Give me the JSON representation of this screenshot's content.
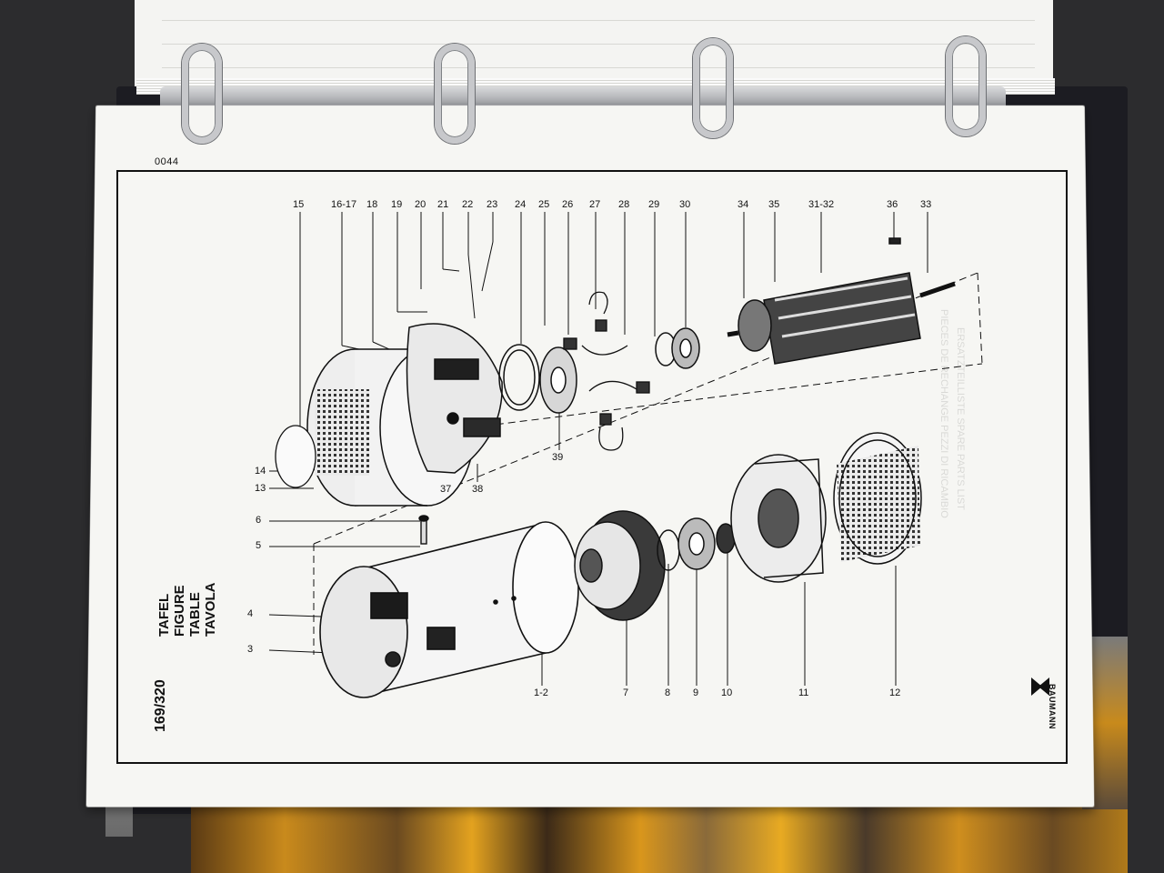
{
  "page": {
    "page_number": "0044",
    "table_labels": [
      "TAFEL",
      "FIGURE",
      "TABLE",
      "TAVOLA"
    ],
    "table_number": "169/320",
    "logo_text": "BAUMANN"
  },
  "callouts": {
    "top": [
      "15",
      "16-17",
      "18",
      "19",
      "20",
      "21",
      "22",
      "23",
      "24",
      "25",
      "26",
      "27",
      "28",
      "29",
      "30",
      "34",
      "35",
      "31-32",
      "36",
      "33"
    ],
    "mid": [
      "14",
      "13",
      "37",
      "38",
      "39"
    ],
    "left": [
      "6",
      "5",
      "4",
      "3"
    ],
    "bottom": [
      "1-2",
      "7",
      "8",
      "9",
      "10",
      "11",
      "12"
    ]
  },
  "background_sheet": {
    "ghost_lines": [
      "ERSATZTEILLISTE  SPARE PARTS LIST",
      "PIECES DE RECHANGE  PEZZI DI RICAMBIO"
    ]
  }
}
